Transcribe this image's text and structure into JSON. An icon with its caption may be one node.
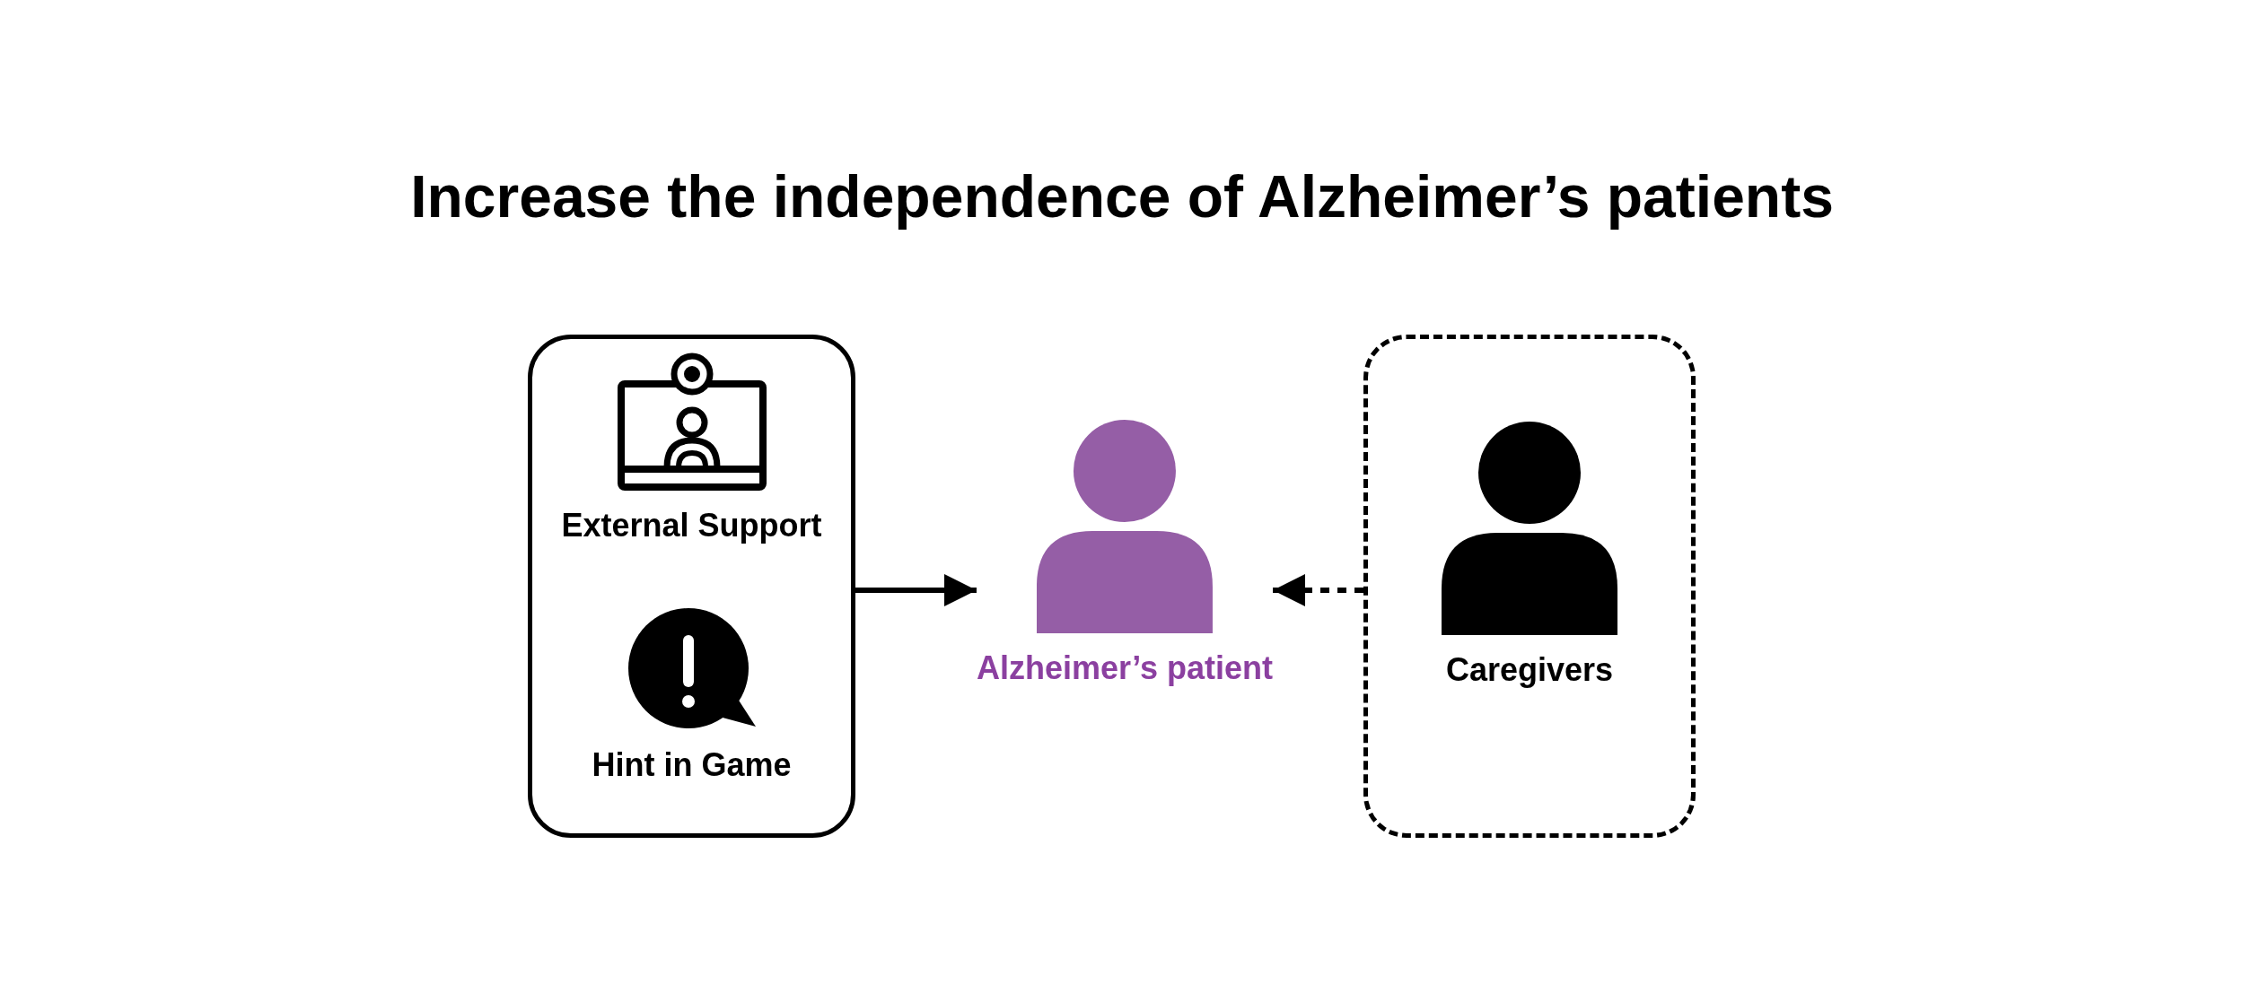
{
  "diagram": {
    "title": "Increase the independence of Alzheimer’s patients",
    "nodes": [
      {
        "text": [],
        "shape": "box"
      },
      {
        "text": [
          "External Support"
        ],
        "in": 0
      },
      {
        "text": [
          "Hint in Game"
        ],
        "in": 0
      },
      {
        "text": [
          "Alzheimer’s patient"
        ]
      },
      {
        "text": [
          "Caregivers"
        ]
      }
    ],
    "edges": [
      {
        "from": 0,
        "to": 3,
        "arrow": "to"
      },
      {
        "from": 4,
        "to": 3,
        "arrow": "to",
        "style": "dashed"
      }
    ]
  }
}
